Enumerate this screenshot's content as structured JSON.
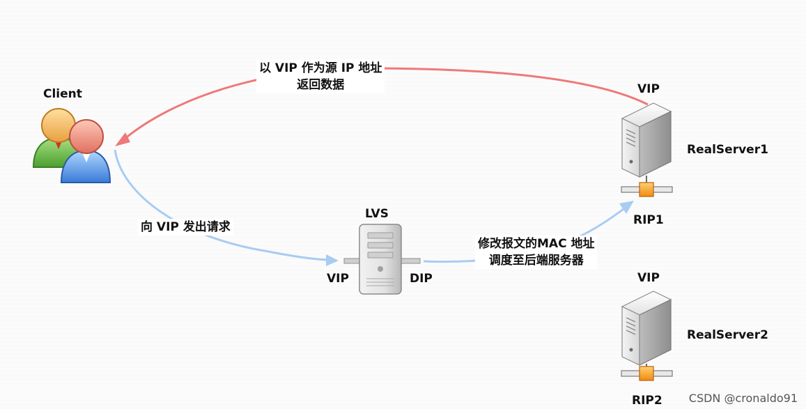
{
  "nodes": {
    "client": {
      "label": "Client"
    },
    "lvs": {
      "label": "LVS",
      "left_port": "VIP",
      "right_port": "DIP"
    },
    "realserver1": {
      "label": "RealServer1",
      "top_label": "VIP",
      "bottom_label": "RIP1"
    },
    "realserver2": {
      "label": "RealServer2",
      "top_label": "VIP",
      "bottom_label": "RIP2"
    }
  },
  "edges": {
    "request": {
      "line1": "向 VIP 发出请求"
    },
    "dispatch": {
      "line1": "修改报文的MAC 地址",
      "line2": "调度至后端服务器"
    },
    "response": {
      "line1": "以 VIP 作为源 IP 地址",
      "line2": "返回数据"
    }
  },
  "colors": {
    "request_arrow": "#a8ccf2",
    "response_arrow": "#f07878"
  },
  "watermark": "CSDN @cronaldo91"
}
